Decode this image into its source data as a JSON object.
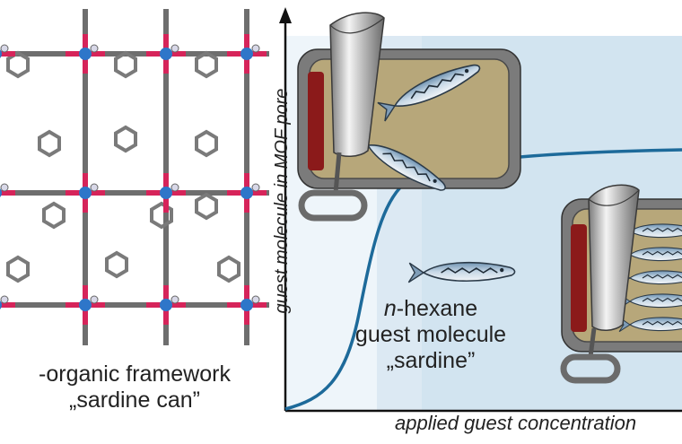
{
  "mof": {
    "caption_line1": "-organic framework",
    "caption_line2": "„sardine can”"
  },
  "guest": {
    "line1_italic": "n",
    "line1_rest": "-hexane",
    "line2": "guest molecule",
    "line3": "„sardine”"
  },
  "axes": {
    "xlabel": "applied guest concentration",
    "ylabel": "guest molecule in MOF pore"
  },
  "colors": {
    "curve": "#1d6a9a",
    "background_light": "#eef5fa",
    "background_mid": "#dbe9f3",
    "background_dark": "#cfe2ef",
    "can_oil": "#b7a77a",
    "can_red": "#8b1a1a",
    "linker": "#6e6e6e",
    "carboxylate": "#d6245a",
    "metal_node": "#2e76c9"
  },
  "icons": [
    "mof-lattice",
    "open-sardine-can",
    "sardine-fish",
    "can-key"
  ]
}
